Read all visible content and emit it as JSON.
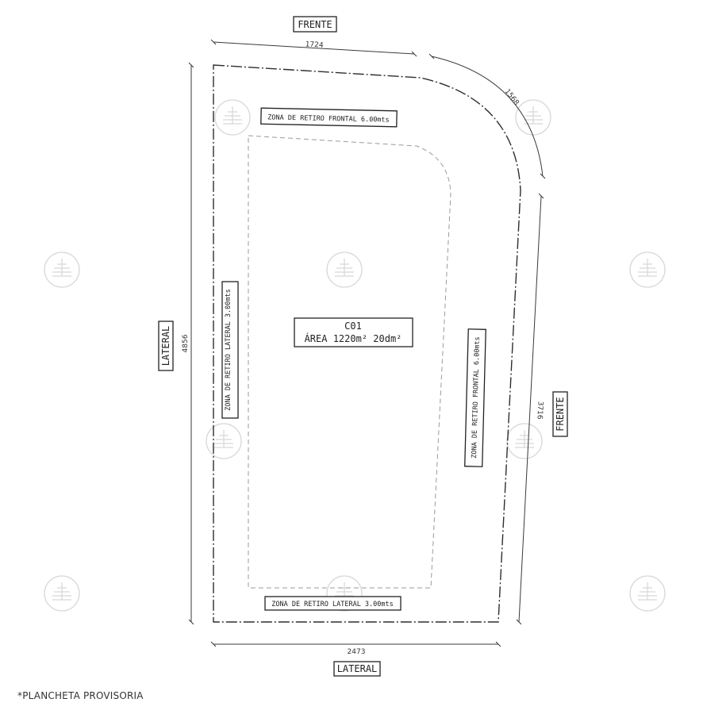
{
  "labels": {
    "frente_top": "FRENTE",
    "frente_right": "FRENTE",
    "lateral_left": "LATERAL",
    "lateral_bottom": "LATERAL",
    "zona_frontal_top": "ZONA DE RETIRO FRONTAL 6.00mts",
    "zona_frontal_right": "ZONA DE RETIRO FRONTAL 6.00mts",
    "zona_lateral_left": "ZONA DE RETIRO LATERAL 3.00mts",
    "zona_lateral_bottom": "ZONA DE RETIRO LATERAL 3.00mts",
    "lot_code": "C01",
    "lot_area": "ÁREA 1220m² 20dm²"
  },
  "dimensions": {
    "top": "1724",
    "arc": "1568",
    "left": "4856",
    "right": "3716",
    "bottom": "2473"
  },
  "note": "*PLANCHETA PROVISORIA",
  "colors": {
    "line": "#2e2e2e",
    "setback": "#9a9a9a",
    "watermark": "#d8d8d8"
  }
}
